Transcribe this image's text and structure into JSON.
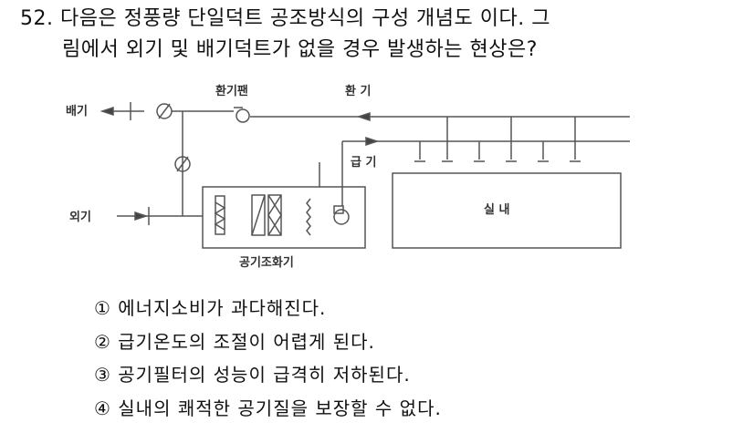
{
  "question": {
    "number": "52.",
    "line1": "다음은 정풍량 단일덕트 공조방식의 구성 개념도 이다. 그",
    "line2": "림에서 외기 및 배기덕트가 없을 경우 발생하는 현상은?"
  },
  "diagram": {
    "exhaust": "배기",
    "return_fan": "환기팬",
    "return_air": "환 기",
    "supply_air": "급 기",
    "outdoor_air": "외기",
    "room": "실 내",
    "ahu": "공기조화기"
  },
  "options": [
    {
      "label": "① 에너지소비가 과다해진다."
    },
    {
      "label": "② 급기온도의 조절이 어렵게 된다."
    },
    {
      "label": "③ 공기필터의 성능이 급격히 저하된다."
    },
    {
      "label": "④ 실내의 쾌적한 공기질을 보장할 수 없다."
    }
  ]
}
